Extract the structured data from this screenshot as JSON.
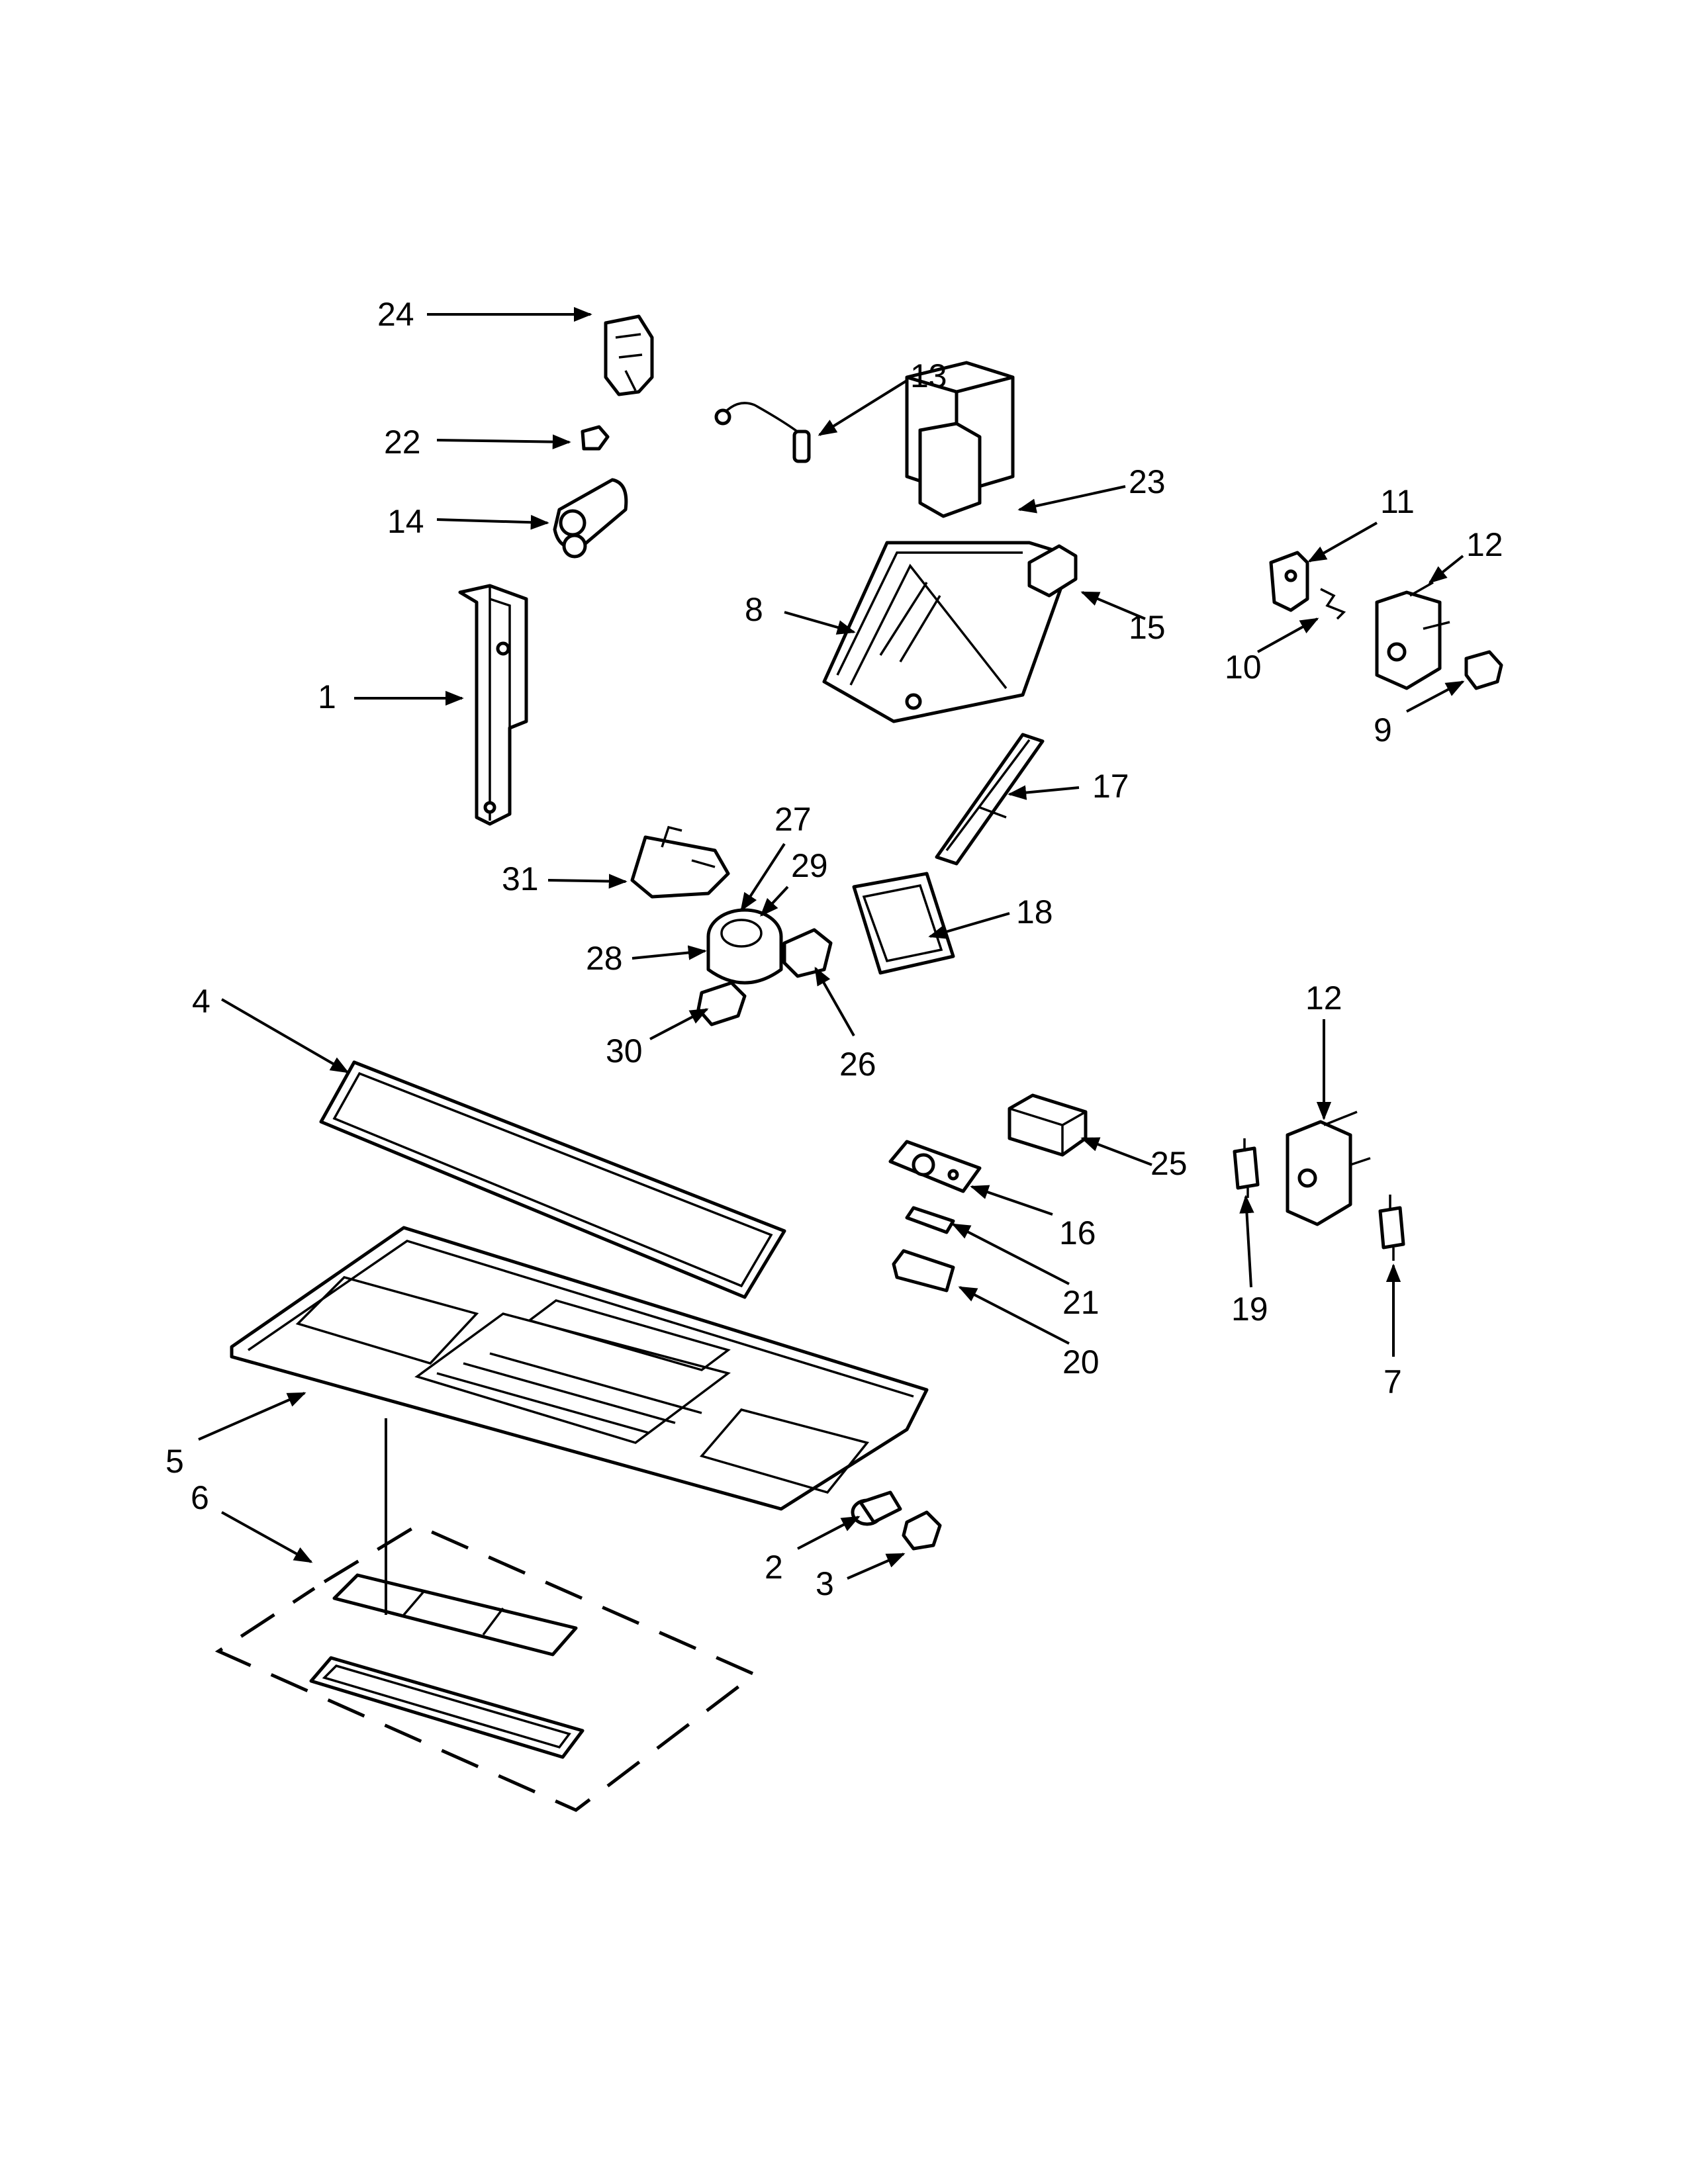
{
  "diagram": {
    "callouts": [
      "24",
      "13",
      "22",
      "23",
      "14",
      "11",
      "12",
      "8",
      "15",
      "10",
      "1",
      "9",
      "17",
      "27",
      "31",
      "29",
      "18",
      "28",
      "12",
      "30",
      "26",
      "4",
      "25",
      "16",
      "19",
      "21",
      "20",
      "7",
      "5",
      "6",
      "2",
      "3"
    ]
  },
  "colors": {
    "line": "#000000",
    "background": "#ffffff"
  }
}
